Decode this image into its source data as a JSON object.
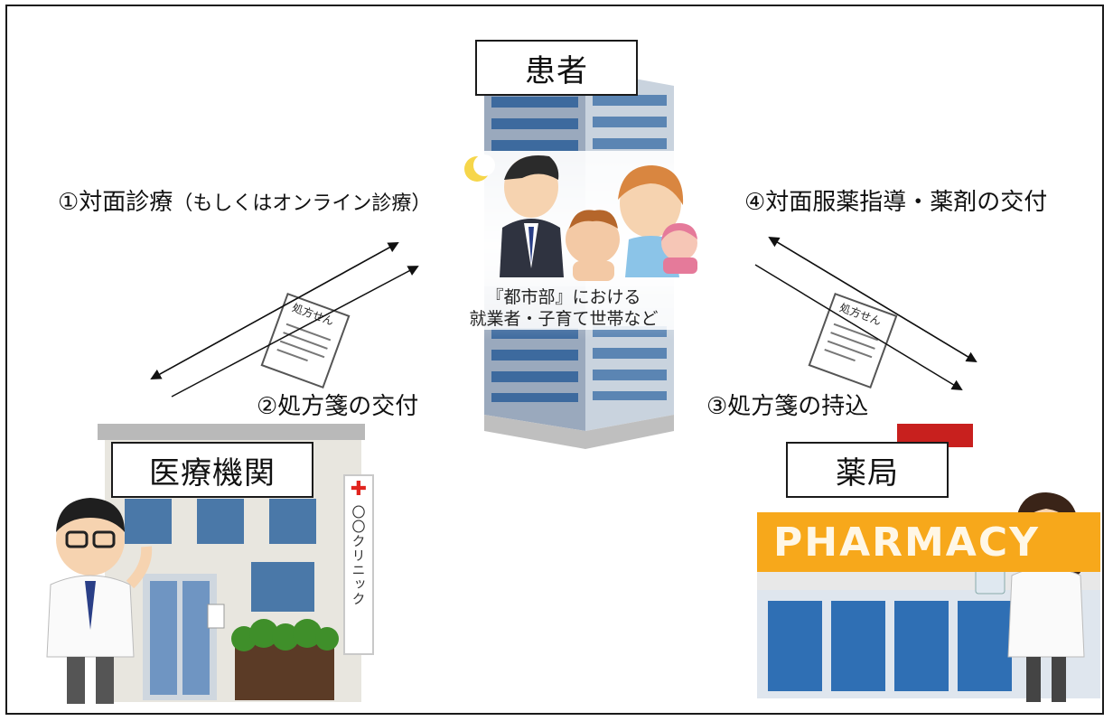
{
  "nodes": {
    "patient": "患者",
    "clinic": "医療機関",
    "pharmacy": "薬局"
  },
  "patient_caption": {
    "line1": "『都市部』における",
    "line2": "就業者・子育て世帯など"
  },
  "steps": {
    "step1_main": "①対面診療",
    "step1_sub": "（もしくはオンライン診療）",
    "step2": "②処方箋の交付",
    "step3": "③処方箋の持込",
    "step4": "④対面服薬指導・薬剤の交付"
  },
  "prescription_slip_label": "処方せん",
  "clinic_sign_text": "〇〇クリニック",
  "pharmacy_sign_text": "PHARMACY",
  "colors": {
    "pharmacy_orange": "#f7a81b",
    "clinic_cross_red": "#e1241e",
    "building_blue": "#4a78a8"
  }
}
